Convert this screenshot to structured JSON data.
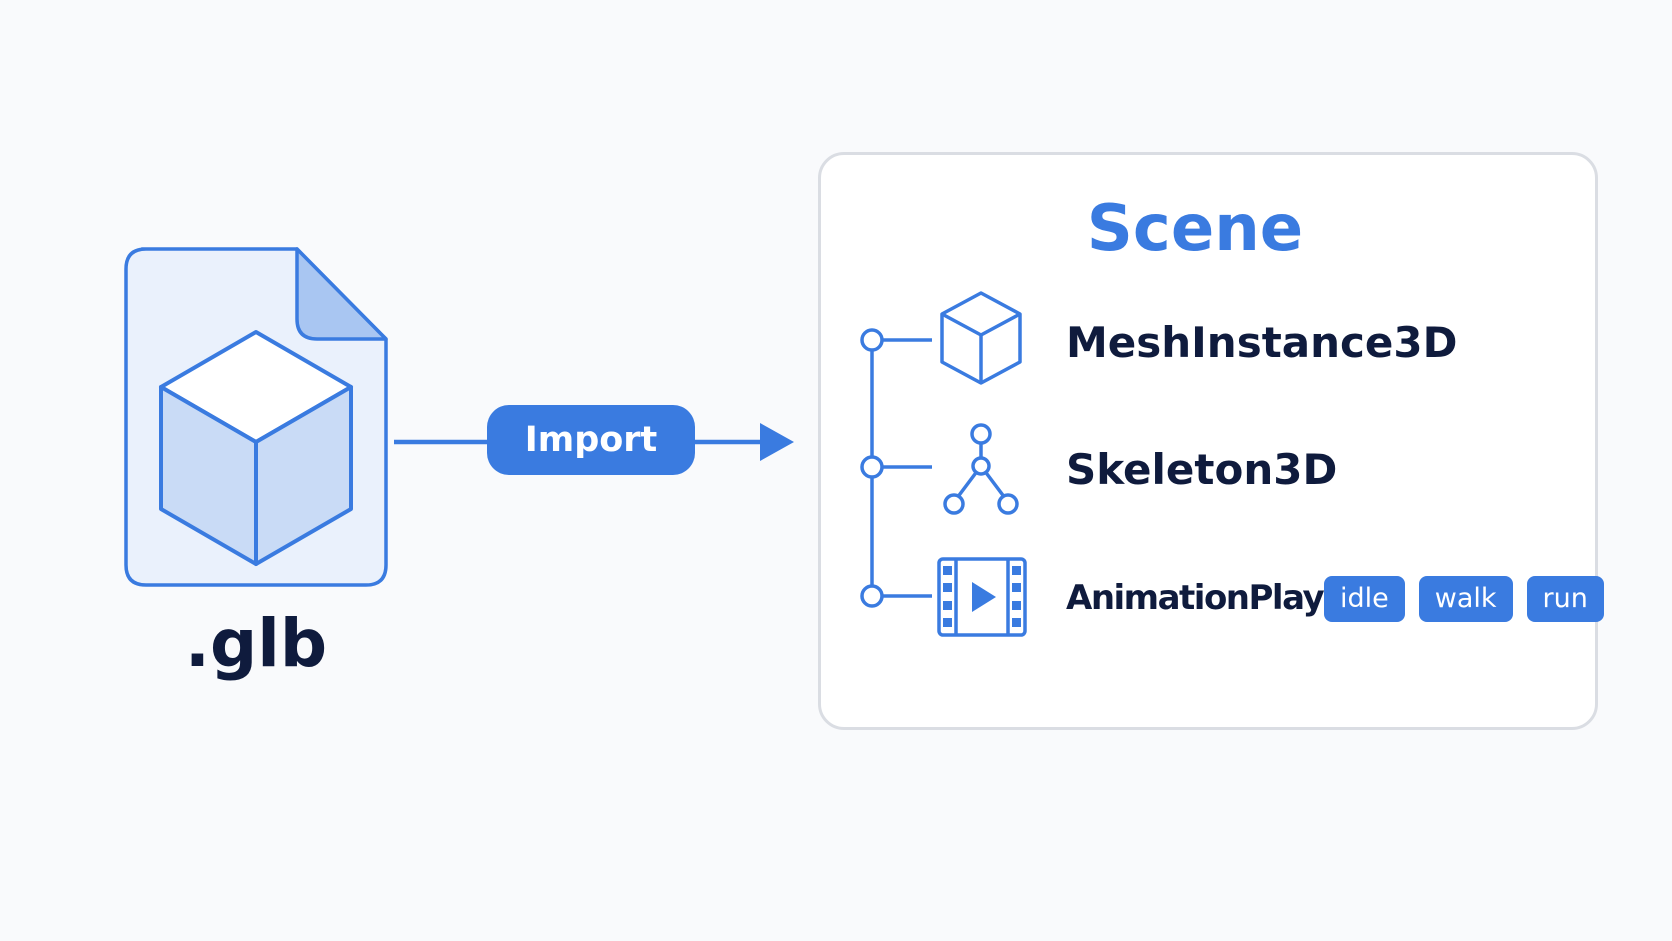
{
  "file": {
    "label": ".glb",
    "icon": "glb-file-cube-icon"
  },
  "import": {
    "label": "Import",
    "icon": "arrow-right-icon"
  },
  "scene": {
    "title": "Scene",
    "nodes": [
      {
        "label": "MeshInstance3D",
        "icon": "cube-icon"
      },
      {
        "label": "Skeleton3D",
        "icon": "skeleton-bones-icon"
      },
      {
        "label": "AnimationPlayer",
        "icon": "film-play-icon"
      }
    ],
    "animations": [
      "idle",
      "walk",
      "run"
    ]
  },
  "colors": {
    "accent": "#3a7be0",
    "accent_light": "#c9dbf6",
    "accent_pale": "#eaf1fc",
    "text_dark": "#0f1b3d",
    "panel_border": "#dadde3",
    "background": "#f9fafc"
  }
}
